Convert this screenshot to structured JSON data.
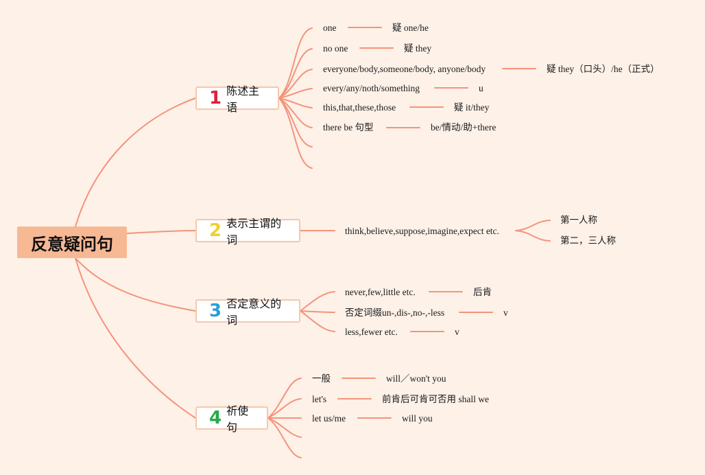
{
  "root": "反意疑问句",
  "colors": {
    "line": "#f4937a",
    "root_bg": "#f7b894",
    "branch_border": "#f6c7ab",
    "num1": "#e0213c",
    "num2": "#f2cf2a",
    "num3": "#2a9fd8",
    "num4": "#2aa84a"
  },
  "branches": [
    {
      "num": "1",
      "label": "陈述主语",
      "items": [
        {
          "left": "one",
          "right": "疑 one/he"
        },
        {
          "left": "no one",
          "right": "疑 they"
        },
        {
          "left": "everyone/body,someone/body, anyone/body",
          "right": "疑 they（口头）/he（正式）"
        },
        {
          "left": "every/any/noth/something",
          "right": "u"
        },
        {
          "left": "this,that,these,those",
          "right": "疑 it/they"
        },
        {
          "left": "there be 句型",
          "right": "be/情动/助+there"
        }
      ]
    },
    {
      "num": "2",
      "label": "表示主谓的词",
      "items": [
        {
          "left": "think,believe,suppose,imagine,expect etc."
        }
      ],
      "subs": [
        "第一人称",
        "第二，三人称"
      ]
    },
    {
      "num": "3",
      "label": "否定意义的词",
      "items": [
        {
          "left": "never,few,little etc.",
          "right": "后肯"
        },
        {
          "left": "否定词缀un-,dis-,no-,-less",
          "right": "v"
        },
        {
          "left": "less,fewer etc.",
          "right": "v"
        }
      ]
    },
    {
      "num": "4",
      "label": "祈使句",
      "items": [
        {
          "left": "一般",
          "right": "will／won't you"
        },
        {
          "left": "let's",
          "right": "前肯后可肯可否用 shall we"
        },
        {
          "left": "let us/me",
          "right": "will you"
        }
      ]
    }
  ]
}
